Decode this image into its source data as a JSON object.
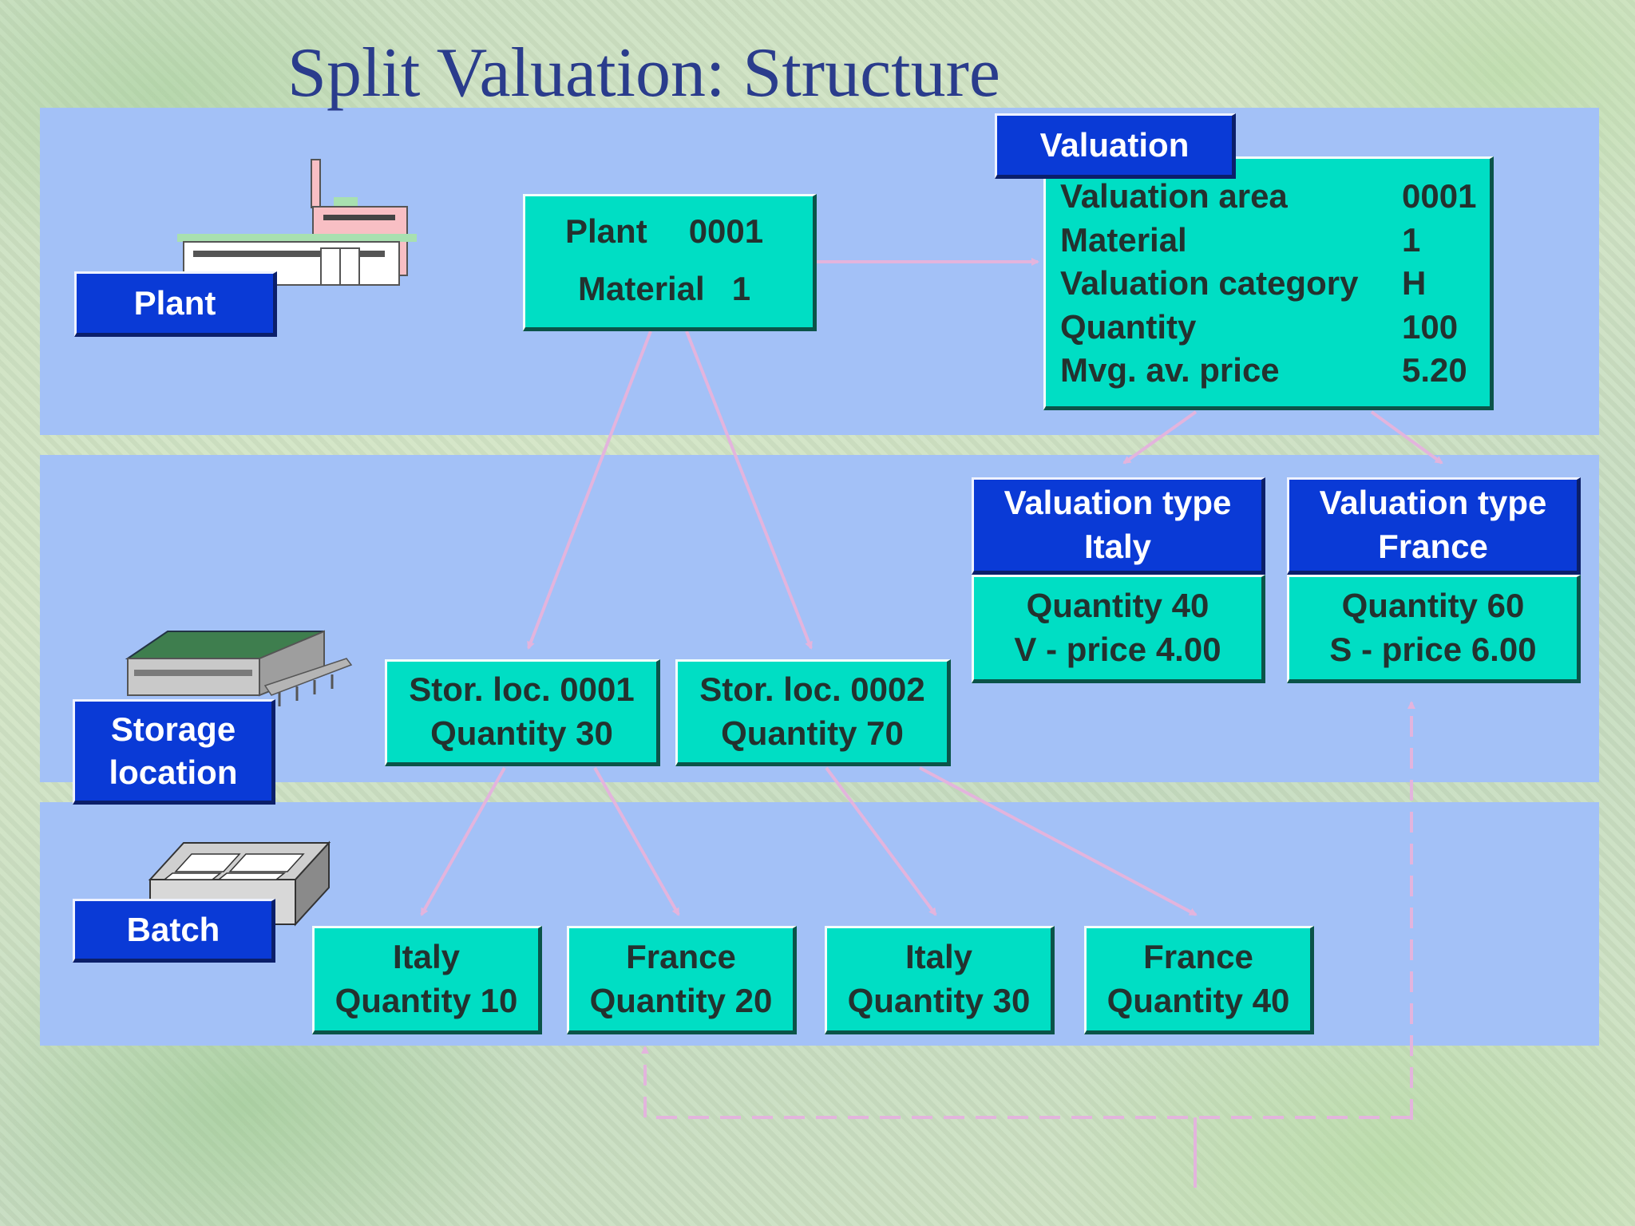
{
  "title": "Split Valuation: Structure",
  "levels": {
    "plant": "Plant",
    "storage_line1": "Storage",
    "storage_line2": "location",
    "batch": "Batch"
  },
  "plant_box": {
    "plant_label": "Plant",
    "plant_value": "0001",
    "material_label": "Material",
    "material_value": "1"
  },
  "valuation": {
    "header": "Valuation",
    "rows": [
      {
        "label": "Valuation area",
        "value": "0001"
      },
      {
        "label": "Material",
        "value": "1"
      },
      {
        "label": "Valuation category",
        "value": "H"
      },
      {
        "label": "Quantity",
        "value": "100"
      },
      {
        "label": "Mvg. av. price",
        "value": "5.20"
      }
    ]
  },
  "valuation_types": [
    {
      "header_line1": "Valuation type",
      "header_line2": "Italy",
      "line1": "Quantity  40",
      "line2": "V - price  4.00"
    },
    {
      "header_line1": "Valuation type",
      "header_line2": "France",
      "line1": "Quantity  60",
      "line2": "S - price  6.00"
    }
  ],
  "storage_locations": [
    {
      "line1": "Stor. loc. 0001",
      "line2": "Quantity  30"
    },
    {
      "line1": "Stor. loc. 0002",
      "line2": "Quantity  70"
    }
  ],
  "batches": [
    {
      "line1": "Italy",
      "line2": "Quantity 10"
    },
    {
      "line1": "France",
      "line2": "Quantity 20"
    },
    {
      "line1": "Italy",
      "line2": "Quantity 30"
    },
    {
      "line1": "France",
      "line2": "Quantity 40"
    }
  ],
  "colors": {
    "band": "#a3c1f7",
    "level_label": "#0a3ad6",
    "box": "#00dec4",
    "title": "#2a3c8c",
    "connector": "#e3b4dd"
  },
  "icons": [
    "factory-icon",
    "warehouse-icon",
    "batch-crate-icon"
  ]
}
